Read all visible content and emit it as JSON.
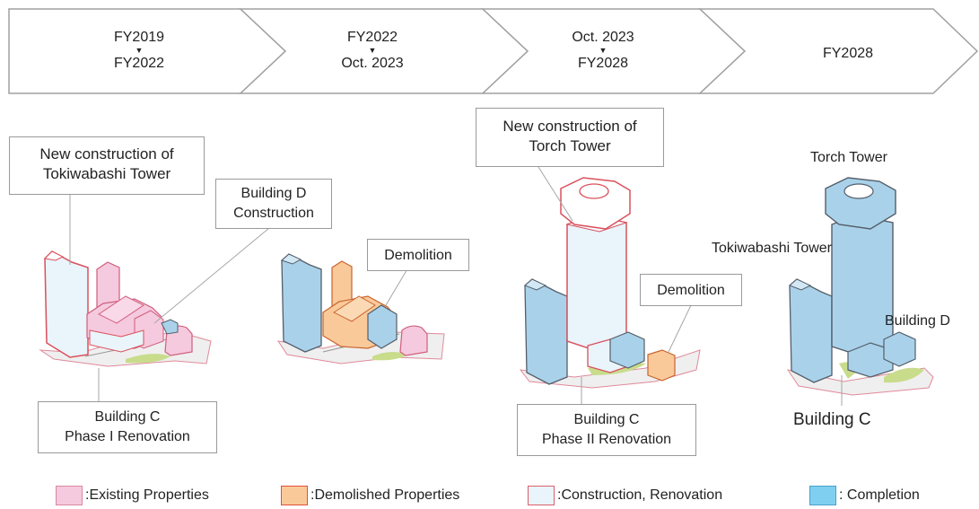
{
  "timeline": [
    {
      "from": "FY2019",
      "to": "FY2022",
      "arrow": "▼"
    },
    {
      "from": "FY2022",
      "to": "Oct. 2023",
      "arrow": "▼"
    },
    {
      "from": "Oct. 2023",
      "to": "FY2028",
      "arrow": "▼"
    },
    {
      "single": "FY2028"
    }
  ],
  "callouts": {
    "tokiwabashi_new": [
      "New construction of",
      "Tokiwabashi Tower"
    ],
    "building_d_construction": [
      "Building D",
      "Construction"
    ],
    "demolition_1": "Demolition",
    "torch_new": [
      "New construction of",
      "Torch Tower"
    ],
    "demolition_2": "Demolition",
    "building_c_phase1": [
      "Building C",
      "Phase I Renovation"
    ],
    "building_c_phase2": [
      "Building C",
      "Phase II Renovation"
    ]
  },
  "labels": {
    "torch_tower": "Torch Tower",
    "tokiwabashi_tower": "Tokiwabashi Tower",
    "building_d": "Building D",
    "building_c": "Building C"
  },
  "legend": [
    {
      "text": ":Existing Properties",
      "fill": "#f5c9de",
      "stroke": "#d9889f"
    },
    {
      "text": ":Demolished Properties",
      "fill": "#f9c99a",
      "stroke": "#e0503c"
    },
    {
      "text": ":Construction, Renovation",
      "fill": "#eaf4fb",
      "stroke": "#d9606a"
    },
    {
      "text": ": Completion",
      "fill": "#7fd0f0",
      "stroke": "#4aa0c8"
    }
  ],
  "colors": {
    "existing": "#f5c9de",
    "demolished": "#f9c99a",
    "construction": "#eaf4fb",
    "construction_stroke": "#d9505c",
    "completion": "#a9d2ea",
    "completion_stroke": "#555e6a",
    "ground_green": "#c8dc8c"
  }
}
